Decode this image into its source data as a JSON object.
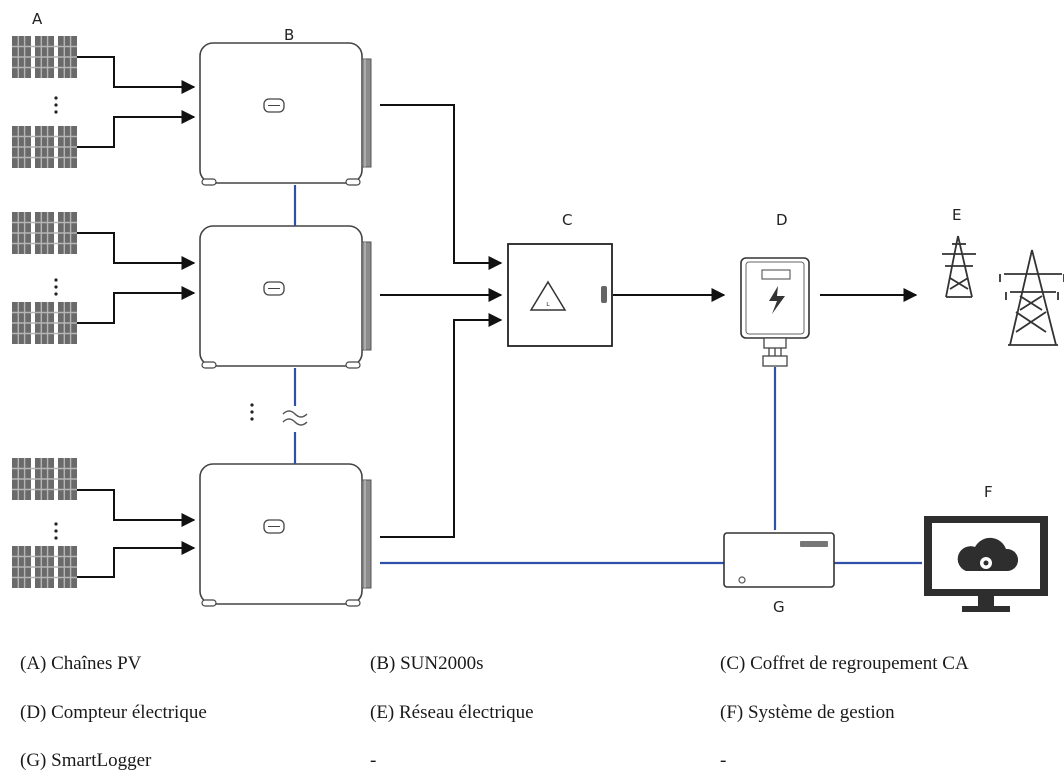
{
  "labels": {
    "A": "A",
    "B": "B",
    "C": "C",
    "D": "D",
    "E": "E",
    "F": "F",
    "G": "G"
  },
  "legend": [
    [
      "(A) Chaînes PV",
      "(B) SUN2000s",
      "(C) Coffret de regroupement CA"
    ],
    [
      "(D) Compteur électrique",
      "(E) Réseau électrique",
      "(F) Système de gestion"
    ],
    [
      "(G) SmartLogger",
      "-",
      "-"
    ]
  ],
  "colors": {
    "line": "#111111",
    "comm": "#2f4fa8",
    "panel": "#555555",
    "panel_light": "#9a9a9a",
    "device": "#333333"
  }
}
